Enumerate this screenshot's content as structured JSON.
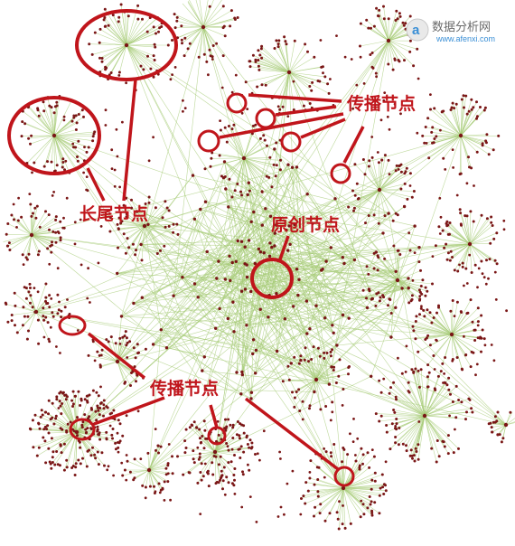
{
  "watermark": {
    "name": "数据分析网",
    "url": "www.afenxi.com",
    "icon": "a-logo-icon",
    "color": "#3a8fd6"
  },
  "labels": {
    "propagation_top": "传播节点",
    "long_tail": "长尾节点",
    "original": "原创节点",
    "propagation_bottom": "传播节点"
  },
  "colors": {
    "node": "#7a1616",
    "edge": "#a8cc7a",
    "annotation": "#c0151b",
    "background": "#ffffff"
  }
}
